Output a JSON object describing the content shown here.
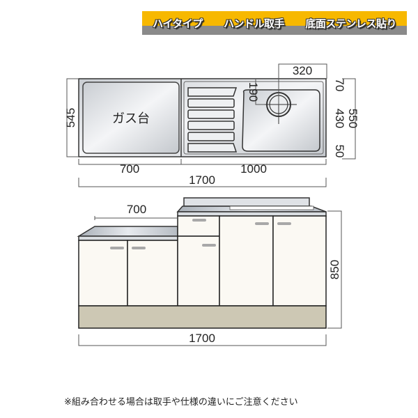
{
  "banner": {
    "items": [
      "ハイタイプ",
      "ハンドル取手",
      "底面ステンレス貼り"
    ],
    "colors": {
      "top": "#f7b800",
      "bottom": "#8a8a8a"
    }
  },
  "top_view": {
    "stove_label": "ガス台",
    "dims": {
      "depth_left": "545",
      "stove_width": "700",
      "sink_width": "1000",
      "total_width": "1700",
      "drain_offset_x": "320",
      "drain_offset_y": "190",
      "right_top": "70",
      "right_bowl": "430",
      "right_bottom": "50",
      "right_total": "550"
    }
  },
  "front_view": {
    "dims": {
      "stove_width": "700",
      "height": "850",
      "total_width": "1700"
    },
    "colors": {
      "door": "#fbf9f3",
      "plinth": "#cdc8b4",
      "handle": "#a8a8a8"
    }
  },
  "note": "※組み合わせる場合は取手や仕様の違いにご注意ください"
}
